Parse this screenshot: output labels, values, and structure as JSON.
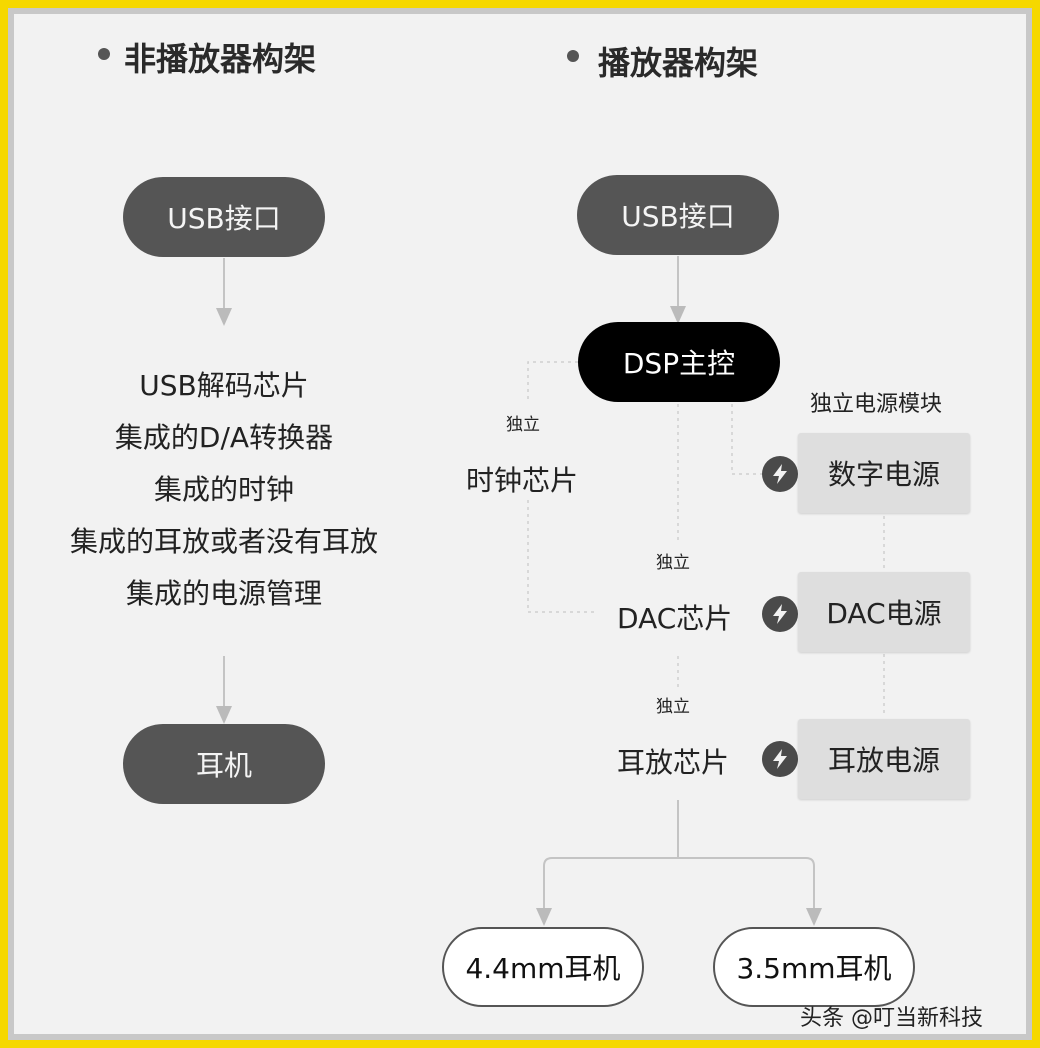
{
  "left": {
    "heading": "非播放器构架",
    "usb": "USB接口",
    "chip_lines": [
      "USB解码芯片",
      "集成的D/A转换器",
      "集成的时钟",
      "集成的耳放或者没有耳放",
      "集成的电源管理"
    ],
    "headphone": "耳机"
  },
  "right": {
    "heading": "播放器构架",
    "usb": "USB接口",
    "dsp": "DSP主控",
    "independent": "独立",
    "clock_chip": "时钟芯片",
    "dac_chip": "DAC芯片",
    "amp_chip": "耳放芯片",
    "power_module_label": "独立电源模块",
    "power_boxes": [
      "数字电源",
      "DAC电源",
      "耳放电源"
    ],
    "outputs": [
      "4.4mm耳机",
      "3.5mm耳机"
    ]
  },
  "watermark": "头条 @叮当新科技",
  "icons": {
    "bullet": "bullet-dot-icon",
    "power": "lightning-bolt-icon"
  },
  "colors": {
    "border": "#f5d800",
    "dark_pill": "#555555",
    "black_pill": "#000000",
    "power_box": "#dedede"
  }
}
